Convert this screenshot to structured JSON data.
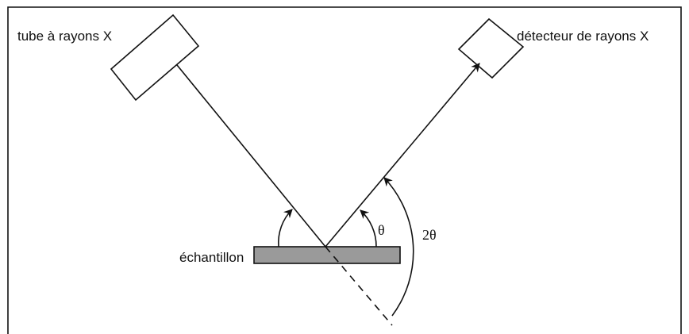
{
  "labels": {
    "tube": "tube à rayons X",
    "detector": "détecteur de rayons X",
    "sample": "échantillon",
    "theta": "θ",
    "two_theta": "2θ"
  },
  "colors": {
    "line": "#111111",
    "sample_fill": "#9a9a9a",
    "background": "#ffffff"
  }
}
